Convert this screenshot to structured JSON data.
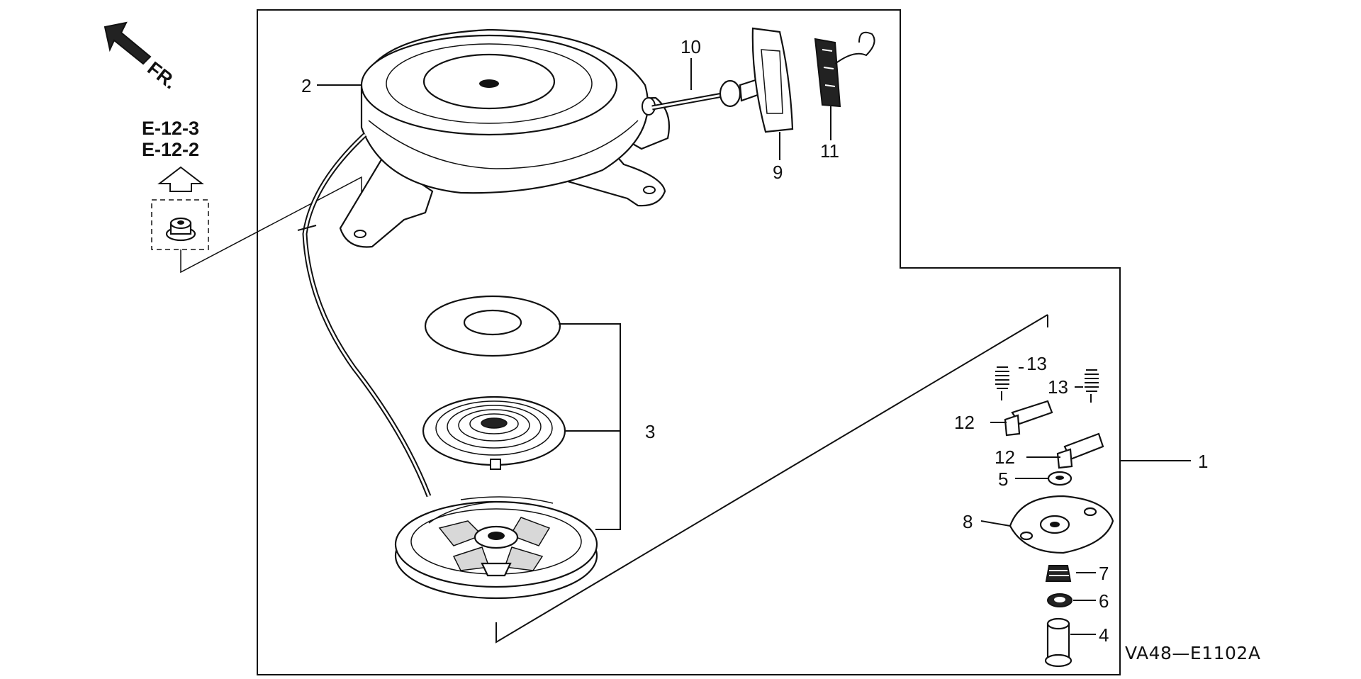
{
  "diagram_code": "VA48—E1102A",
  "direction": {
    "label": "FR.",
    "icon": "front-arrow-icon"
  },
  "reference": {
    "codes": [
      "E-12-3",
      "E-12-2"
    ],
    "icon": "up-arrow-icon"
  },
  "callouts": [
    "1",
    "2",
    "3",
    "4",
    "5",
    "6",
    "7",
    "8",
    "9",
    "10",
    "11",
    "12",
    "12",
    "13",
    "13"
  ]
}
